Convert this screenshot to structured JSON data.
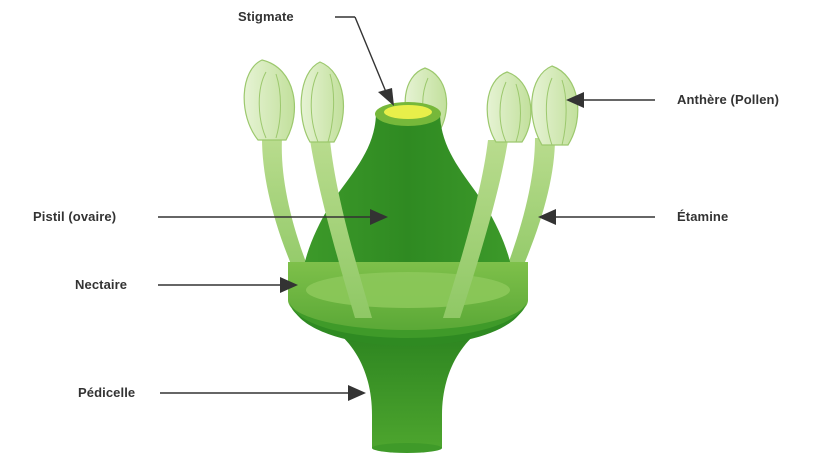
{
  "labels": {
    "stigmate": "Stigmate",
    "anthere": "Anthère (Pollen)",
    "pistil": "Pistil (ovaire)",
    "etamine": "Étamine",
    "nectaire": "Nectaire",
    "pedicelle": "Pédicelle"
  },
  "colors": {
    "dark_green": "#2e8b22",
    "mid_green": "#4fa52c",
    "light_green": "#8fc84a",
    "pale_green": "#d6ecbc",
    "stigma_yellow": "#e8ef4a",
    "arrow": "#333333"
  }
}
